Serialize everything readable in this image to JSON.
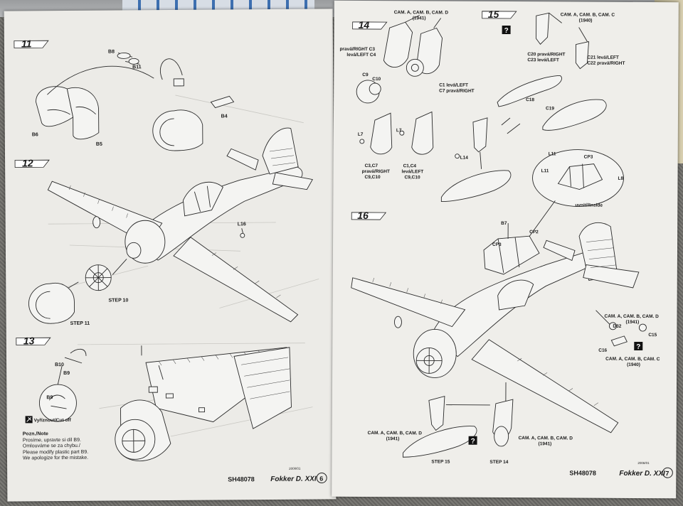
{
  "left_page": {
    "steps": [
      {
        "number": "11",
        "parts": [
          "B8",
          "B11",
          "B6",
          "B5",
          "B4"
        ]
      },
      {
        "number": "12",
        "parts": [
          "L16"
        ],
        "callouts": [
          "STEP 10",
          "STEP 11"
        ]
      },
      {
        "number": "13",
        "parts": [
          "B10",
          "B9",
          "B9"
        ],
        "cut_label": "Vyříznout/Cut off"
      }
    ],
    "note": {
      "title": "Pozn./Note",
      "lines": [
        "Prosíme, upravte si díl B9.",
        "Omlouváme se za chybu./",
        "Please modify plastic part B9.",
        "We apologize for the mistake."
      ]
    },
    "footer": {
      "code": "SH48078",
      "date": "2008/01",
      "product": "Fokker D. XXI",
      "page_number": "6"
    }
  },
  "right_page": {
    "step14": {
      "number": "14",
      "header": "CAM. A, CAM. B, CAM. D",
      "header_year": "(1941)",
      "labels": {
        "c3": "pravá/RIGHT C3",
        "c4": "levá/LEFT C4",
        "c9": "C9",
        "c10": "C10",
        "c1": "C1 levá/LEFT",
        "c7": "C7 pravá/RIGHT",
        "l7a": "L7",
        "l7b": "L7",
        "g1_a": "C3,C7",
        "g1_b": "pravá/RIGHT",
        "g1_c": "C9,C10",
        "g2_a": "C1,C4",
        "g2_b": "levá/LEFT",
        "g2_c": "C9,C10"
      }
    },
    "step15": {
      "number": "15",
      "header": "CAM. A, CAM. B, CAM. C",
      "header_year": "(1940)",
      "labels": {
        "c20": "C20 pravá/RIGHT",
        "c23": "C23 levá/LEFT",
        "c21": "C21 levá/LEFT",
        "c22": "C22 pravá/RIGHT",
        "c18": "C18",
        "c19": "C19",
        "l14": "L14",
        "l11a": "L11",
        "l11b": "L11",
        "cp3": "CP3",
        "l8": "L8",
        "inside": "uvnitř/Inside"
      }
    },
    "step16": {
      "number": "16",
      "labels": {
        "b7": "B7",
        "cp3": "CP3",
        "cp2": "CP2",
        "cam_abd": "CAM. A, CAM. B, CAM. D",
        "cam_abd_year": "(1941)",
        "d32": "D32",
        "c15": "C15",
        "c16": "C16",
        "cam_abc": "CAM. A, CAM. B, CAM. C",
        "cam_abc_year": "(1940)",
        "bl_cam": "CAM. A, CAM. B, CAM. D",
        "bl_year": "(1941)",
        "br_cam": "CAM. A, CAM. B, CAM. D",
        "br_year": "(1941)",
        "step15": "STEP 15",
        "step14": "STEP 14"
      }
    },
    "footer": {
      "code": "SH48078",
      "date": "2008/01",
      "product": "Fokker D. XXI",
      "page_number": "7"
    }
  },
  "icons": [
    "question-icon",
    "cut-icon"
  ]
}
